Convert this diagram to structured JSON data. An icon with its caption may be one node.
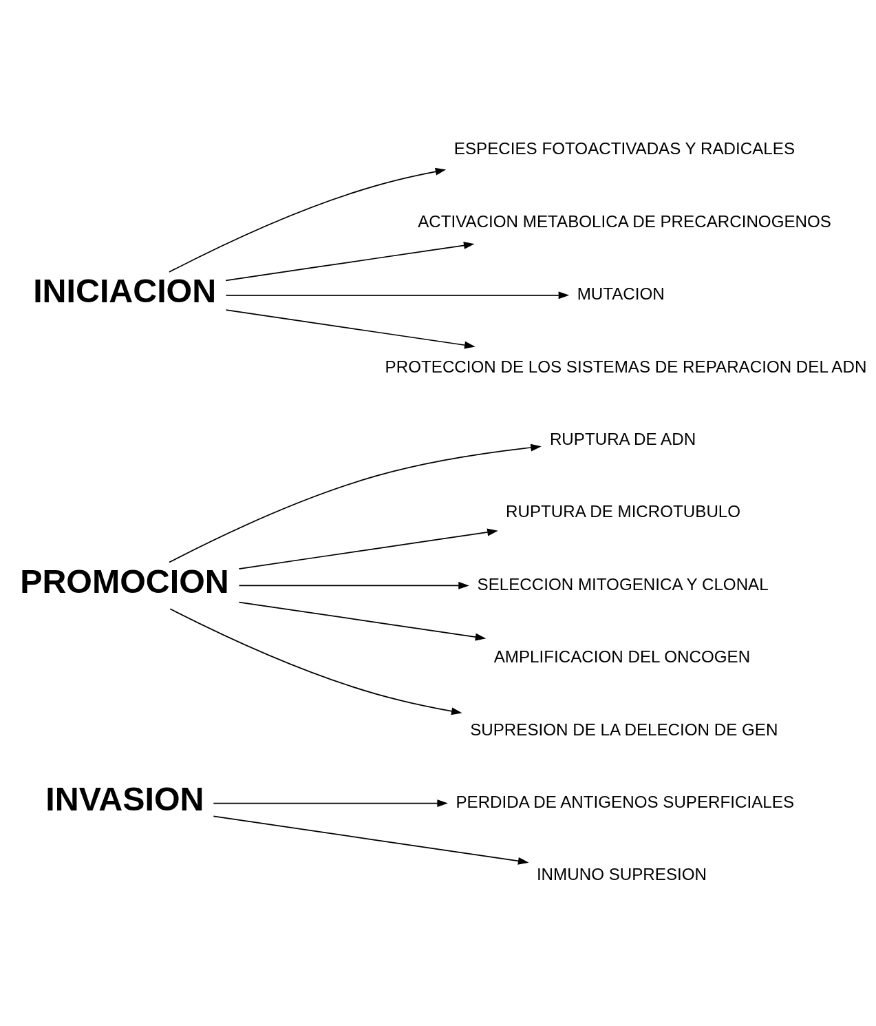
{
  "diagram": {
    "nodes": [
      {
        "text": [
          "INICIACION"
        ]
      },
      {
        "text": [
          "ESPECIES FOTOACTIVADAS Y RADICALES"
        ]
      },
      {
        "text": [
          "ACTIVACION METABOLICA DE PRECARCINOGENOS"
        ]
      },
      {
        "text": [
          "MUTACION"
        ]
      },
      {
        "text": [
          "PROTECCION DE LOS SISTEMAS DE REPARACION DEL ADN"
        ]
      },
      {
        "text": [
          "PROMOCION"
        ]
      },
      {
        "text": [
          "RUPTURA DE ADN"
        ]
      },
      {
        "text": [
          "RUPTURA DE MICROTUBULO"
        ]
      },
      {
        "text": [
          "SELECCION MITOGENICA Y CLONAL"
        ]
      },
      {
        "text": [
          "AMPLIFICACION DEL ONCOGEN"
        ]
      },
      {
        "text": [
          "SUPRESION DE LA DELECION DE GEN"
        ]
      },
      {
        "text": [
          "INVASION"
        ]
      },
      {
        "text": [
          "PERDIDA DE ANTIGENOS SUPERFICIALES"
        ]
      },
      {
        "text": [
          "INMUNO SUPRESION"
        ]
      }
    ],
    "edges": [
      {
        "from": 0,
        "to": 1,
        "arrow": "to"
      },
      {
        "from": 0,
        "to": 2,
        "arrow": "to"
      },
      {
        "from": 0,
        "to": 3,
        "arrow": "to"
      },
      {
        "from": 0,
        "to": 4,
        "arrow": "to"
      },
      {
        "from": 5,
        "to": 6,
        "arrow": "to"
      },
      {
        "from": 5,
        "to": 7,
        "arrow": "to"
      },
      {
        "from": 5,
        "to": 8,
        "arrow": "to"
      },
      {
        "from": 5,
        "to": 9,
        "arrow": "to"
      },
      {
        "from": 5,
        "to": 10,
        "arrow": "to"
      },
      {
        "from": 11,
        "to": 12,
        "arrow": "to"
      },
      {
        "from": 11,
        "to": 13,
        "arrow": "to"
      }
    ]
  }
}
